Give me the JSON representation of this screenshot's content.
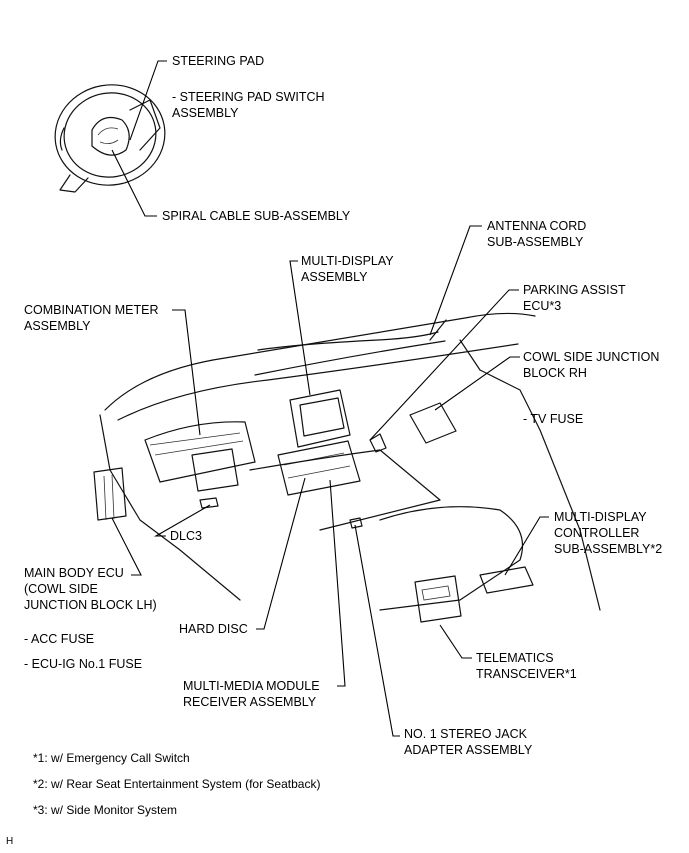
{
  "labels": {
    "steering_pad": "STEERING PAD",
    "steering_pad_switch": "- STEERING PAD SWITCH\nASSEMBLY",
    "spiral_cable": "SPIRAL CABLE SUB-ASSEMBLY",
    "antenna_cord": "ANTENNA CORD\nSUB-ASSEMBLY",
    "multi_display": "MULTI-DISPLAY\nASSEMBLY",
    "parking_assist": "PARKING ASSIST\nECU*3",
    "combination_meter": "COMBINATION METER\nASSEMBLY",
    "cowl_side_rh": "COWL SIDE JUNCTION\nBLOCK RH",
    "tv_fuse": "- TV FUSE",
    "dlc3": "DLC3",
    "multi_display_controller": "MULTI-DISPLAY\nCONTROLLER\nSUB-ASSEMBLY*2",
    "main_body_ecu": "MAIN BODY ECU\n(COWL SIDE\nJUNCTION BLOCK LH)",
    "acc_fuse": "- ACC FUSE",
    "ecu_ig_fuse": "- ECU-IG No.1 FUSE",
    "hard_disc": "HARD DISC",
    "telematics": "TELEMATICS\nTRANSCEIVER*1",
    "multi_media": "MULTI-MEDIA MODULE\nRECEIVER ASSEMBLY",
    "stereo_jack": "NO. 1 STEREO JACK\nADAPTER ASSEMBLY"
  },
  "notes": [
    "*1: w/ Emergency Call Switch",
    "*2: w/ Rear Seat Entertainment System (for Seatback)",
    "*3: w/ Side Monitor System"
  ],
  "corner_mark": "H"
}
